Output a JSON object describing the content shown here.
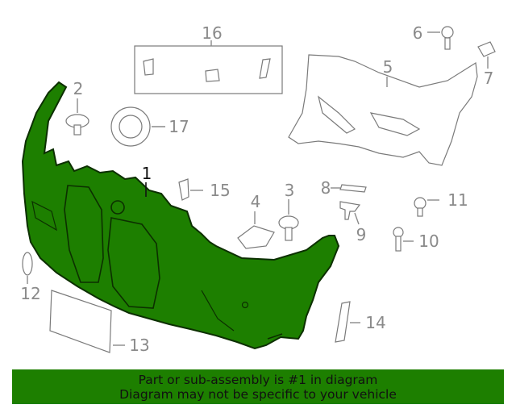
{
  "diagram": {
    "highlight_color": "#1d7f00",
    "callouts": {
      "c1": "1",
      "c2": "2",
      "c3": "3",
      "c4": "4",
      "c5": "5",
      "c6": "6",
      "c7": "7",
      "c8": "8",
      "c9": "9",
      "c10": "10",
      "c11": "11",
      "c12": "12",
      "c13": "13",
      "c14": "14",
      "c15": "15",
      "c16": "16",
      "c17": "17"
    },
    "footer": {
      "line1": "Part or sub-assembly is #1 in diagram",
      "line2": "Diagram may not be specific to your vehicle"
    }
  }
}
